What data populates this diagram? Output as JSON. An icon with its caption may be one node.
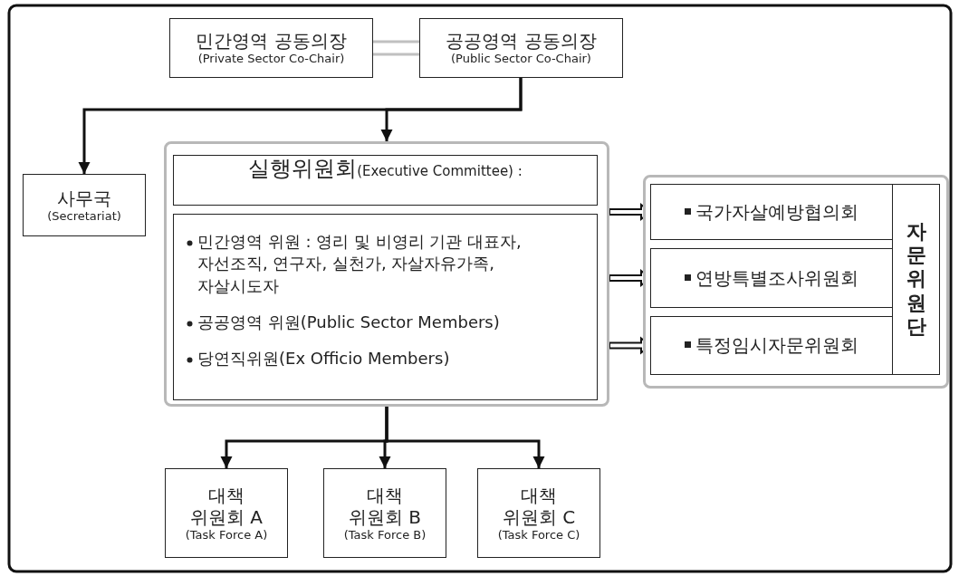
{
  "diagram": {
    "nodes": [
      {
        "text": [
          "민간영역 공동의장",
          "(Private Sector Co-Chair)"
        ]
      },
      {
        "text": [
          "공공영역 공동의장",
          "(Public Sector Co-Chair)"
        ]
      },
      {
        "text": [
          "사무국",
          "(Secretariat)"
        ]
      },
      {
        "text": [],
        "shape": "box"
      },
      {
        "text": [
          "실행위원회",
          "(Executive Committee) :"
        ],
        "in": 3
      },
      {
        "text": [
          "민간영역 위원 : 영리 및 비영리 기관 대표자, 자선조직, 연구자, 실천가, 자살자유가족, 자살시도자",
          "공공영역 위원(Public Sector Members)",
          "당연직위원(Ex Officio Members)"
        ],
        "in": 3
      },
      {
        "text": [],
        "shape": "box"
      },
      {
        "text": [
          "국가자살예방협의회"
        ],
        "in": 6
      },
      {
        "text": [
          "연방특별조사위원회"
        ],
        "in": 6
      },
      {
        "text": [
          "특정임시자문위원회"
        ],
        "in": 6
      },
      {
        "text": [
          "자문위원단"
        ],
        "in": 6
      },
      {
        "text": [
          "대책 위원회 A",
          "(Task Force A)"
        ]
      },
      {
        "text": [
          "대책 위원회 B",
          "(Task Force B)"
        ]
      },
      {
        "text": [
          "대책 위원회 C",
          "(Task Force C)"
        ]
      }
    ],
    "edges": [
      {
        "from": 0,
        "to": 1,
        "arrow": "none",
        "color": "#c0c0c0"
      },
      {
        "from": 1,
        "to": 2,
        "arrow": "to"
      },
      {
        "from": 1,
        "to": 3,
        "arrow": "to"
      },
      {
        "from": 3,
        "to": 7,
        "arrow": "to"
      },
      {
        "from": 3,
        "to": 8,
        "arrow": "to"
      },
      {
        "from": 3,
        "to": 9,
        "arrow": "to"
      },
      {
        "from": 3,
        "to": 11,
        "arrow": "to"
      },
      {
        "from": 3,
        "to": 12,
        "arrow": "to"
      },
      {
        "from": 3,
        "to": 13,
        "arrow": "to"
      }
    ]
  }
}
